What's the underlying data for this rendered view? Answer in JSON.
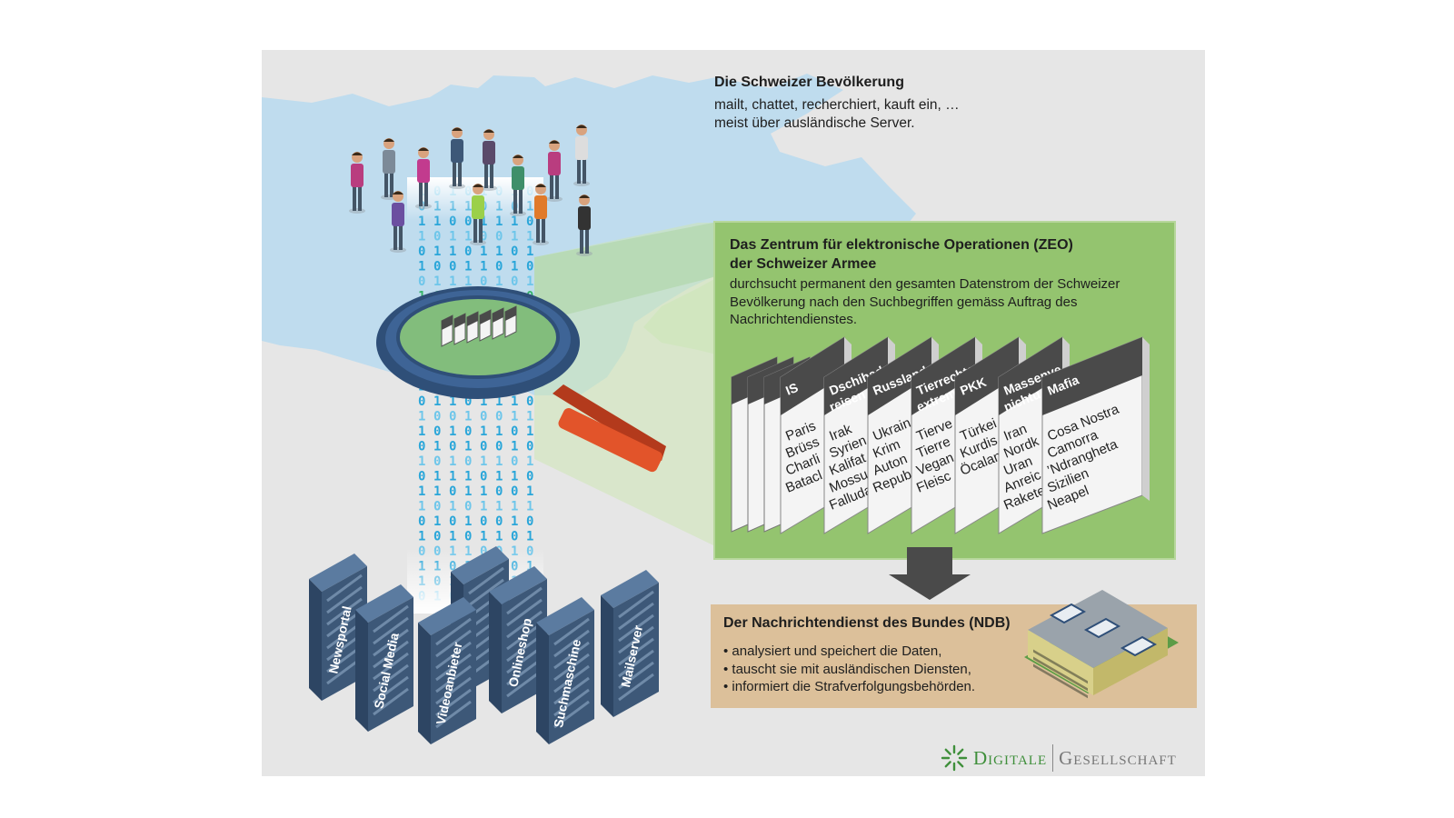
{
  "population": {
    "title": "Die Schweizer Bevölkerung",
    "line1": "mailt, chattet, recherchiert, kauft ein, …",
    "line2": "meist über ausländische Server."
  },
  "zeo": {
    "title_line1": "Das Zentrum für elektronische Operationen (ZEO)",
    "title_line2": "der Schweizer Armee",
    "desc_line1": "durchsucht permanent den gesamten Datenstrom der Schweizer",
    "desc_line2": "Bevölkerung nach den Suchbegriffen gemäss Auftrag des",
    "desc_line3": "Nachrichtendienstes."
  },
  "folders": [
    {
      "tab": "IS",
      "terms": [
        "Paris",
        "Brüss",
        "Charli",
        "Batacl"
      ]
    },
    {
      "tab": "Dschihad­reisen",
      "tab_lines": [
        "Dschihad",
        "reisen"
      ],
      "terms": [
        "Irak",
        "Syrien",
        "Kalifat",
        "Mossu",
        "Falluda"
      ]
    },
    {
      "tab": "Russland",
      "terms": [
        "Ukrain",
        "Krim",
        "Auton",
        "Repub"
      ]
    },
    {
      "tab": "Tierrechts-extrem",
      "tab_lines": [
        "Tierrechts",
        "extrem"
      ],
      "terms": [
        "Tierve",
        "Tierre",
        "Vegan",
        "Fleisc"
      ]
    },
    {
      "tab": "PKK",
      "terms": [
        "Türkei",
        "Kurdis",
        "Öcalan"
      ]
    },
    {
      "tab": "Massenvernichtung",
      "tab_lines": [
        "Massenve",
        "nichtu"
      ],
      "terms": [
        "Iran",
        "Nordk",
        "Uran",
        "Anreic",
        "Rakete"
      ]
    },
    {
      "tab": "Mafia",
      "terms": [
        "Cosa Nostra",
        "Camorra",
        "’Ndrangheta",
        "Sizilien",
        "Neapel"
      ]
    }
  ],
  "ndb": {
    "title": "Der Nachrichtendienst des Bundes (NDB)",
    "items": [
      "analysiert und speichert die Daten,",
      "tauscht sie mit ausländischen Diensten,",
      "informiert die Strafverfolgungsbehörden."
    ]
  },
  "servers": [
    "Newsportal",
    "Social Media",
    "Videoanbieter",
    "Onlineshop",
    "Suchmaschine",
    "Mailserver"
  ],
  "binary_columns": [
    "1011010110100101101011010110",
    "0110101001011010010110100101",
    "1101101011010110101101011010",
    "0101011010101101010110101101",
    "1010110101011010101011010110",
    "0110101101010110101101010101",
    "1011010110101011010101101011",
    "0101101011010101101011010101"
  ],
  "logo": {
    "word1": "Digitale",
    "word2": "Gesellschaft"
  },
  "colors": {
    "background": "#e6e6e6",
    "map": "#bfdcee",
    "zeo_green": "#94c46f",
    "ndb_tan": "#dcc09a",
    "folder_dark": "#4a4a4a",
    "binary_blue": "#2aa6d9",
    "binary_green": "#37b46b",
    "magnifier_handle": "#e2542a",
    "server_blue": "#3d5878",
    "logo_green": "#3f8f3b"
  }
}
